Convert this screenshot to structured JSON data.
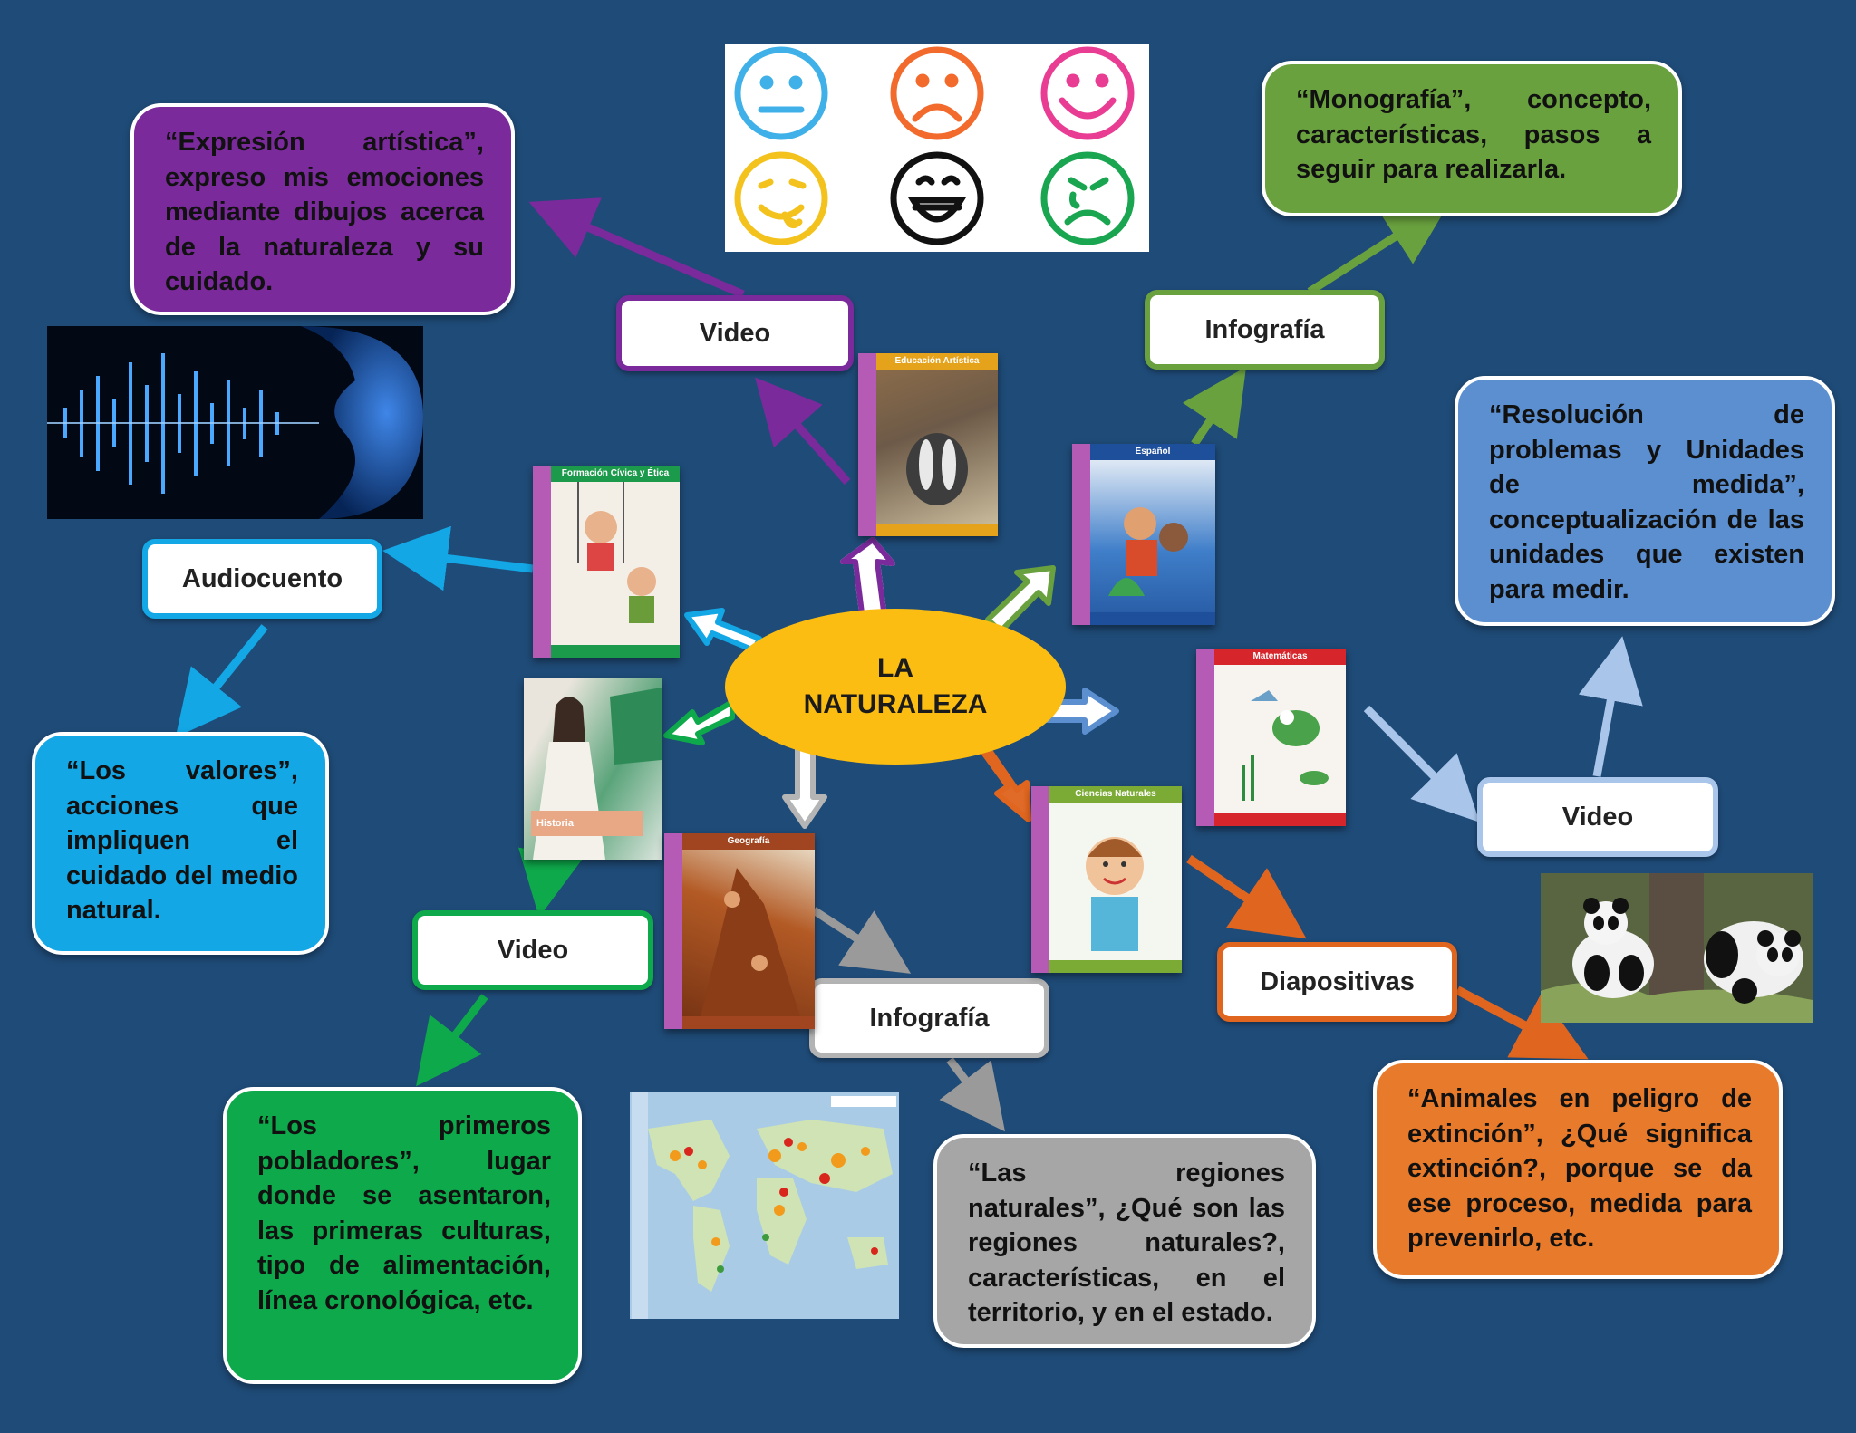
{
  "center": {
    "line1": "LA",
    "line2": "NATURALEZA"
  },
  "labels": {
    "video_top": "Video",
    "infografia_top": "Infografía",
    "audiocuento": "Audiocuento",
    "video_right": "Video",
    "video_left": "Video",
    "infografia_bottom": "Infografía",
    "diapositivas": "Diapositivas"
  },
  "notes": {
    "expresion": "“Expresión artística”, expreso mis emociones mediante dibujos acerca de la naturaleza y su cuidado.",
    "monografia": "“Monografía”, concepto, características, pasos a seguir para realizarla.",
    "resolucion": "“Resolución de problemas y Unidades de medida”, conceptualización de las unidades que existen para medir.",
    "valores": "“Los valores”, acciones que impliquen el cuidado del medio natural.",
    "pobladores": "“Los primeros pobladores”, lugar donde se asentaron, las primeras culturas, tipo de alimentación, línea cronológica, etc.",
    "regiones": "“Las regiones naturales”, ¿Qué son las regiones naturales?, características, en el territorio, y en el estado.",
    "animales": "“Animales en peligro de extinción”, ¿Qué significa extinción?, porque se da ese proceso, medida para prevenirlo, etc."
  },
  "books": {
    "artistica": "Educación Artística",
    "civica": "Formación Cívica y Ética",
    "espanol": "Español",
    "matematicas": "Matemáticas",
    "historia": "Historia",
    "geografia": "Geografía",
    "ciencias": "Ciencias Naturales"
  },
  "colors": {
    "background": "#1f4b78",
    "center": "#fbbd12",
    "purple": "#7a2a9b",
    "green_light": "#6aa13f",
    "blue_light": "#5b8fd0",
    "cyan": "#13a7e6",
    "green": "#0ea94b",
    "gray": "#a6a6a6",
    "orange": "#e87a2c"
  },
  "icons": [
    "emoji-faces-image",
    "ear-sound-wave-image",
    "world-map-image",
    "pandas-image"
  ]
}
